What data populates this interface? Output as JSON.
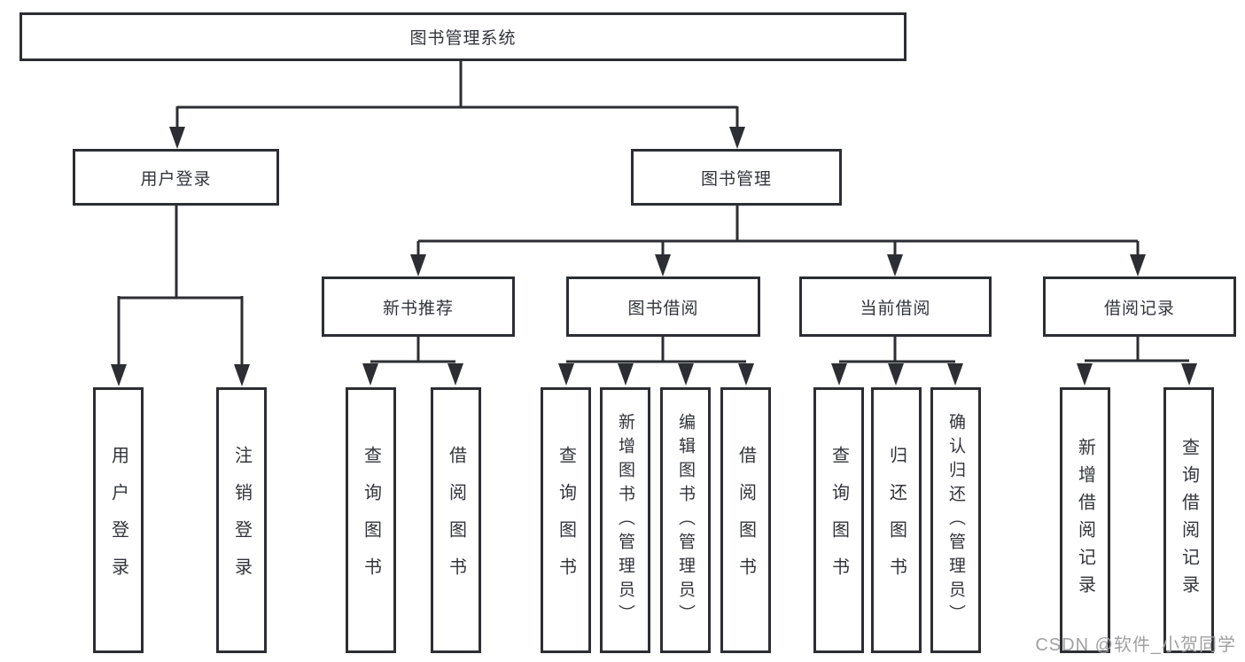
{
  "diagram_title": "图书管理系统",
  "tree": {
    "root": {
      "label": "图书管理系统"
    },
    "branches": [
      {
        "label": "用户登录",
        "children": [
          {
            "label": "用户登录"
          },
          {
            "label": "注销登录"
          }
        ]
      },
      {
        "label": "图书管理",
        "children": [
          {
            "label": "新书推荐",
            "children": [
              {
                "label": "查询图书"
              },
              {
                "label": "借阅图书"
              }
            ]
          },
          {
            "label": "图书借阅",
            "children": [
              {
                "label": "查询图书"
              },
              {
                "label": "新增图书（管理员）"
              },
              {
                "label": "编辑图书（管理员）"
              },
              {
                "label": "借阅图书"
              }
            ]
          },
          {
            "label": "当前借阅",
            "children": [
              {
                "label": "查询图书"
              },
              {
                "label": "归还图书"
              },
              {
                "label": "确认归还（管理员）"
              }
            ]
          },
          {
            "label": "借阅记录",
            "children": [
              {
                "label": "新增借阅记录"
              },
              {
                "label": "查询借阅记录"
              }
            ]
          }
        ]
      }
    ]
  },
  "watermark": {
    "text": "CSDN @软件_小贺同学"
  },
  "colors": {
    "line": "#2c2e33",
    "text": "#32343b",
    "watermark": "#a0a0a0",
    "background": "#ffffff"
  }
}
